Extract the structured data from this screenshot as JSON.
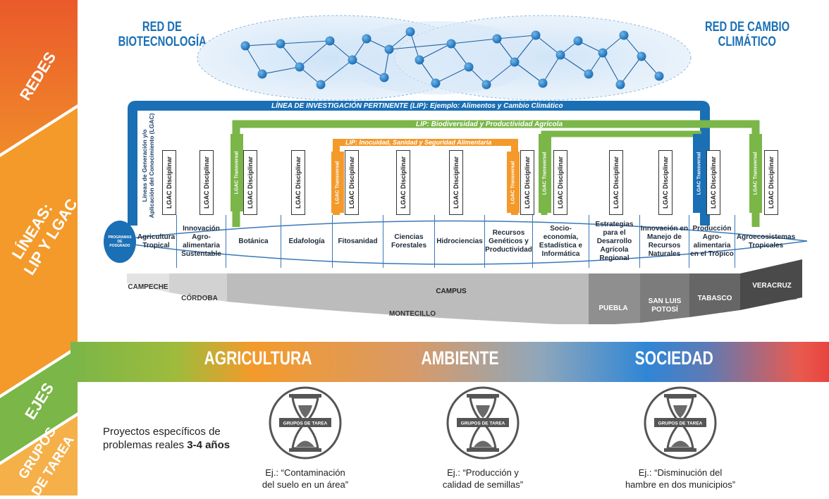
{
  "sidebar": {
    "redes": "REDES",
    "lineas_1": "LÍNEAS:",
    "lineas_2": "LIP Y LGAC",
    "ejes": "EJES",
    "grupos_1": "GRUPOS",
    "grupos_2": "DE TAREA"
  },
  "networks": {
    "left_1": "RED DE",
    "left_2": "BIOTECNOLOGÍA",
    "right_1": "RED DE CAMBIO",
    "right_2": "CLIMÁTICO"
  },
  "bars": {
    "blue": "LÍNEA DE INVESTIGACIÓN PERTINENTE (LIP): Ejemplo: Alimentos y Cambio Climático",
    "green": "LIP: Biodiversidad y Productividad Agrícola",
    "orange": "LIP: Inocuidad, Sanidad y Seguridad Alimentaria"
  },
  "left_vertical": {
    "line1": "Líneas de Generación y/o",
    "line2": "Aplicación del Conocimiento (LGAC)"
  },
  "lgac": {
    "disciplinar": "LGAC Disciplinar",
    "transversal": "LGAC Transversal"
  },
  "posgrado_label": "PROGRAMAS DE POSGRADO",
  "programs": [
    "Agricultura Tropical",
    "Innovación Agro-alimentaria Sustentable",
    "Botánica",
    "Edafología",
    "Fitosanidad",
    "Ciencias Forestales",
    "Hidrociencias",
    "Recursos Genéticos y Productividad",
    "Socio-economía, Estadística e Informática",
    "Estrategias para el Desarrollo Agrícola Regional",
    "Innovación en Manejo de Recursos Naturales",
    "Producción Agro-alimentaria en el Trópico",
    "Agroecosistemas Tropicales"
  ],
  "campus": {
    "title": "CAMPUS",
    "campeche": "CAMPECHE",
    "cordoba": "CÓRDOBA",
    "montecillo": "MONTECILLO",
    "puebla": "PUEBLA",
    "slp_1": "SAN LUIS",
    "slp_2": "POTOSÍ",
    "tabasco": "TABASCO",
    "veracruz": "VERACRUZ"
  },
  "axes": [
    "AGRICULTURA",
    "AMBIENTE",
    "SOCIEDAD"
  ],
  "groups": {
    "proyectos_1": "Proyectos específicos de",
    "proyectos_2": "problemas reales",
    "proyectos_years": "3-4 años",
    "badge": "GRUPOS DE TAREA",
    "examples": [
      {
        "line1": "Ej.: “Contaminación",
        "line2": "del suelo en un área”"
      },
      {
        "line1": "Ej.: “Producción y",
        "line2": "calidad de semillas”"
      },
      {
        "line1": "Ej.: “Disminución del",
        "line2": "hambre en dos municipios”"
      }
    ]
  },
  "colors": {
    "red": "#ea5a2a",
    "orange": "#f39a2b",
    "green": "#7ab648",
    "blue": "#1a6fb5",
    "light_orange": "#f5b04a"
  }
}
